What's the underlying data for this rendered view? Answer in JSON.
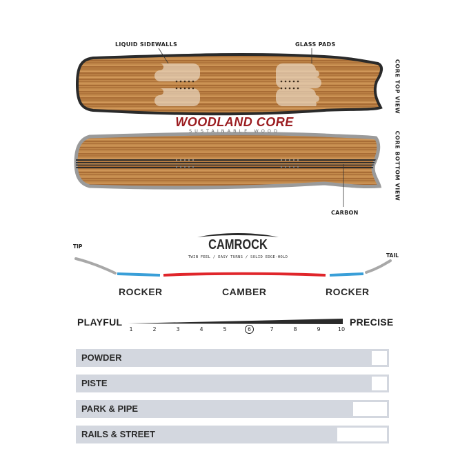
{
  "callouts": {
    "liquid_sidewalls": "LIQUID SIDEWALLS",
    "glass_pads": "GLASS PADS",
    "carbon": "CARBON"
  },
  "side_labels": {
    "top": "CORE TOP VIEW",
    "bottom": "CORE BOTTOM VIEW"
  },
  "core_brand": {
    "title": "WOODLAND CORE",
    "subtitle": "SUSTAINABLE WOOD"
  },
  "profile": {
    "name": "CAMROCK",
    "tagline": "TWIN FEEL / EASY TURNS / SOLID EDGE-HOLD",
    "tip_label": "TIP",
    "tail_label": "TAIL",
    "segments": [
      "ROCKER",
      "CAMBER",
      "ROCKER"
    ],
    "colors": {
      "tip_tail": "#a8a8a8",
      "rocker": "#3a9fd8",
      "camber": "#e0262b"
    }
  },
  "flex_scale": {
    "left_label": "PLAYFUL",
    "right_label": "PRECISE",
    "ticks": [
      "1",
      "2",
      "3",
      "4",
      "5",
      "6",
      "7",
      "8",
      "9",
      "10"
    ],
    "selected": 6
  },
  "terrain": [
    {
      "label": "POWDER",
      "rating": 0.95
    },
    {
      "label": "PISTE",
      "rating": 0.95
    },
    {
      "label": "PARK & PIPE",
      "rating": 0.89
    },
    {
      "label": "RAILS & STREET",
      "rating": 0.84
    }
  ],
  "colors": {
    "wood_light": "#c98f4f",
    "wood_dark": "#a86a33",
    "bar_fill": "#d3d7df",
    "brand_red": "#9b1c20"
  }
}
